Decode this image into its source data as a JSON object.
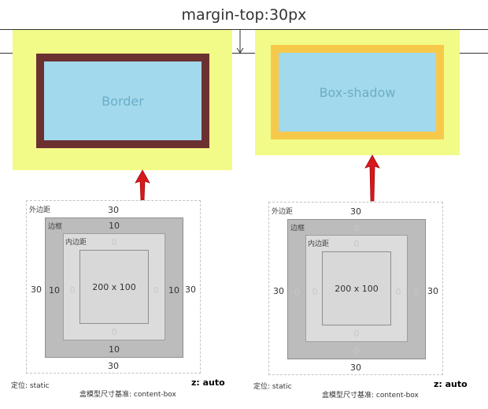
{
  "header": {
    "title": "margin-top:30px"
  },
  "demo": {
    "left_label": "Border",
    "right_label": "Box-shadow"
  },
  "boxmodel_left": {
    "margin_label": "外边距",
    "border_label": "边框",
    "padding_label": "内边距",
    "margin": {
      "top": "30",
      "right": "30",
      "bottom": "30",
      "left": "30"
    },
    "border": {
      "top": "10",
      "right": "10",
      "bottom": "10",
      "left": "10"
    },
    "padding": {
      "top": "0",
      "right": "0",
      "bottom": "0",
      "left": "0"
    },
    "content_size": "200 x 100",
    "position": "定位: static",
    "z_index": "z: auto",
    "box_sizing": "盒模型尺寸基准: content-box"
  },
  "boxmodel_right": {
    "margin_label": "外边距",
    "border_label": "边框",
    "padding_label": "内边距",
    "margin": {
      "top": "30",
      "right": "30",
      "bottom": "30",
      "left": "30"
    },
    "border": {
      "top": "0",
      "right": "0",
      "bottom": "0",
      "left": "0"
    },
    "padding": {
      "top": "0",
      "right": "0",
      "bottom": "0",
      "left": "0"
    },
    "content_size": "200 x 100",
    "position": "定位: static",
    "z_index": "z: auto",
    "box_sizing": "盒模型尺寸基准: content-box"
  },
  "colors": {
    "margin_yellow": "#f2fb87",
    "content_blue": "#a3d9ec",
    "border_brown": "#6b3130",
    "shadow_orange": "#f6c94b",
    "arrow_red": "#d8181c"
  }
}
